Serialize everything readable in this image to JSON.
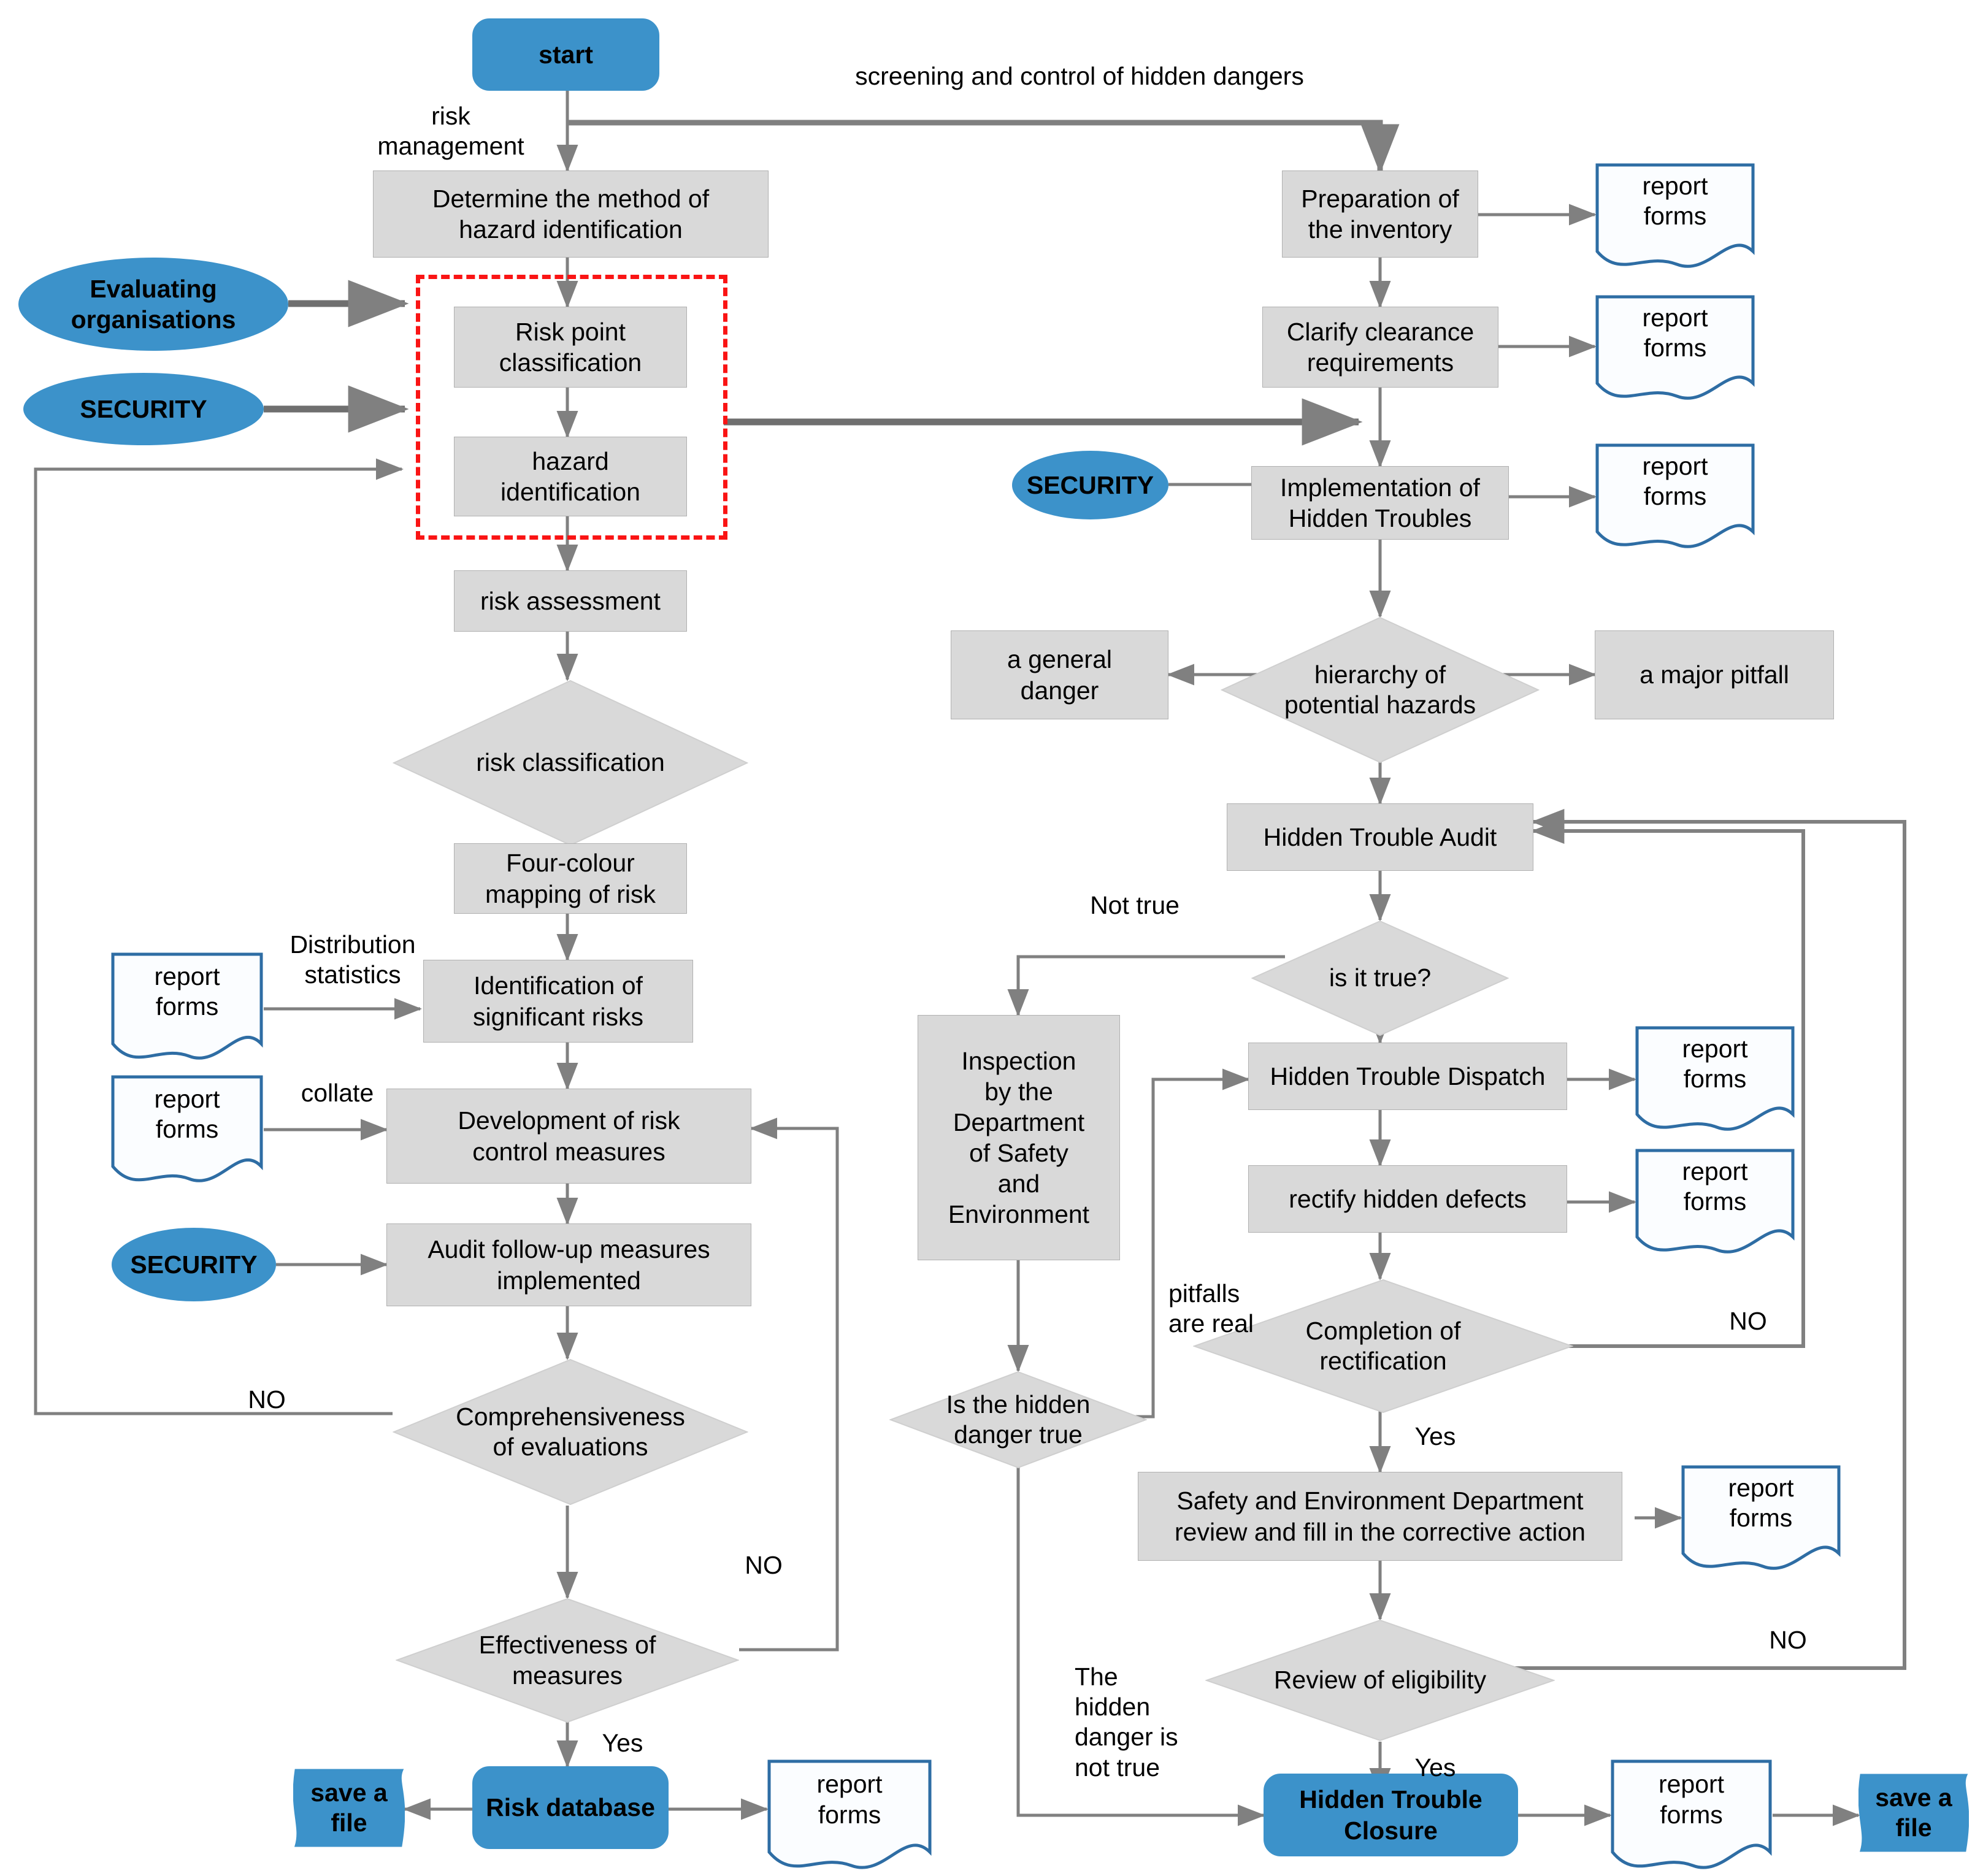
{
  "colors": {
    "process_fill": "#d9d9d9",
    "process_stroke": "#b0b0b0",
    "terminator_fill": "#3c92ca",
    "doc_stroke": "#2e6da4",
    "edge": "#808080",
    "dash_highlight": "#fa1414",
    "text": "#000000"
  },
  "diagram": {
    "title": "Risk management and hidden danger screening/control flowchart",
    "type": "flowchart"
  },
  "nodes": {
    "start": "start",
    "determine_method": "Determine the method of\nhazard identification",
    "evaluating_orgs": "Evaluating\norganisations",
    "security_1": "SECURITY",
    "risk_point_classification": "Risk point\nclassification",
    "hazard_identification": "hazard\nidentification",
    "risk_assessment": "risk assessment",
    "risk_classification": "risk classification",
    "four_colour_mapping": "Four-colour\nmapping of risk",
    "identification_significant_risks": "Identification of\nsignificant risks",
    "development_risk_control": "Development of risk\ncontrol measures",
    "audit_follow_up": "Audit follow-up measures\nimplemented",
    "security_2": "SECURITY",
    "comprehensiveness": "Comprehensiveness\nof evaluations",
    "effectiveness": "Effectiveness of\nmeasures",
    "risk_database": "Risk database",
    "save_file_left": "save a\nfile",
    "report_forms_distribution": "report\nforms",
    "report_forms_collate": "report\nforms",
    "report_forms_risk_db": "report\nforms",
    "preparation_inventory": "Preparation of\nthe inventory",
    "clarify_clearance": "Clarify clearance\nrequirements",
    "security_3": "SECURITY",
    "implementation_hidden_troubles": "Implementation of\nHidden Troubles",
    "hierarchy_potential_hazards": "hierarchy of\npotential hazards",
    "general_danger": "a general\ndanger",
    "major_pitfall": "a major pitfall",
    "hidden_trouble_audit": "Hidden Trouble Audit",
    "is_it_true": "is it true?",
    "inspection_dept": "Inspection\nby the\nDepartment\nof Safety\nand\nEnvironment",
    "hidden_trouble_dispatch": "Hidden Trouble Dispatch",
    "rectify_hidden_defects": "rectify hidden defects",
    "completion_rectification": "Completion of\nrectification",
    "is_hidden_danger_true": "Is the hidden\ndanger true",
    "safety_env_review": "Safety and Environment Department\nreview and fill in the corrective action",
    "review_eligibility": "Review of eligibility",
    "hidden_trouble_closure": "Hidden Trouble\nClosure",
    "report_forms_prep": "report\nforms",
    "report_forms_clarify": "report\nforms",
    "report_forms_impl": "report\nforms",
    "report_forms_dispatch": "report\nforms",
    "report_forms_rectify": "report\nforms",
    "report_forms_review": "report\nforms",
    "report_forms_closure": "report\nforms",
    "save_file_right": "save a\nfile"
  },
  "edge_labels": {
    "risk_management": "risk\nmanagement",
    "screening_control": "screening and control of hidden dangers",
    "distribution_statistics": "Distribution\nstatistics",
    "collate": "collate",
    "no_comprehensiveness": "NO",
    "no_effectiveness": "NO",
    "yes_effectiveness": "Yes",
    "not_true": "Not true",
    "pitfalls_are_real": "pitfalls\nare real",
    "no_completion": "NO",
    "yes_completion": "Yes",
    "no_review": "NO",
    "yes_review": "Yes",
    "hidden_danger_not_true": "The\nhidden\ndanger is\nnot true"
  }
}
